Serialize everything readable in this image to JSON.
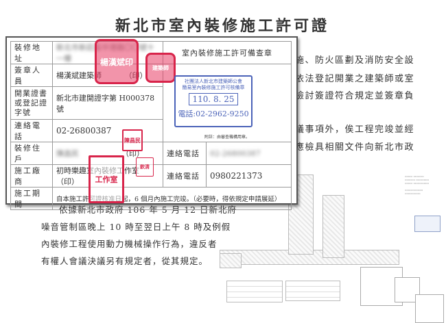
{
  "title": "新北市室內裝修施工許可證",
  "permit_table": {
    "rows": [
      {
        "label": "裝修地址",
        "value": "新北市新莊區中港路〇〇號十一樓",
        "value_blurred": true
      },
      {
        "label": "簽章人員",
        "value": "楊漢斌建築師",
        "seal_mark": "（印）"
      },
      {
        "label": "開業證書或登記證字號",
        "value": "新北市建開證字第 H000378 號"
      },
      {
        "label": "連絡電話",
        "value": "02-26800387"
      },
      {
        "label": "裝修住戶",
        "value": "陳昌民",
        "value_blurred": true,
        "seal_mark": "（印）",
        "phone_label": "連絡電話",
        "phone_value": "02-26800387",
        "phone_blurred": true
      },
      {
        "label": "施工廠商",
        "value": "初時樂趣室內裝修工作室",
        "seal_mark": "（印）",
        "phone_label": "連絡電話",
        "phone_value": "0980221373"
      },
      {
        "label": "施工期間",
        "value": "自本施工許可證核准日起，6 個月內施工完竣。（必要時，得依規定申請展延）"
      }
    ],
    "stamp_column_header": "室內裝修施工許可備查章",
    "stamp_note": "附註：由審查機構用章。"
  },
  "blue_stamp": {
    "org_line1": "社團法人新北市建築師公會",
    "org_line2": "簡易室內裝修施工許可核備章",
    "date": "110. 8. 25",
    "phone": "電話:02-2962-9250"
  },
  "red_stamps": {
    "architect_seal": "楊漢斌印",
    "architect_small_seal": "建築師",
    "resident_seal": "陳昌民",
    "contractor_seal": "工作室",
    "contractor_seal2": "初時樂趣室內裝修",
    "contractor_small_seal": "欽清"
  },
  "background_text_right": [
    "施、防火區劃及消防安全設",
    "依法登記開業之建築師或室",
    "檢討簽證符合規定並簽章負",
    "議事項外，俟工程完竣並經",
    "應檢具相關文件向新北市政"
  ],
  "background_text_lower": [
    "依據新北市政府 106 年 5 月 12 日新北府",
    "噪音管制區晚上 10 時至翌日上午 8 時及例假",
    "內裝修工程使用動力機械操作行為，違反者",
    "有權人會議決議另有規定者，從其規定。"
  ]
}
